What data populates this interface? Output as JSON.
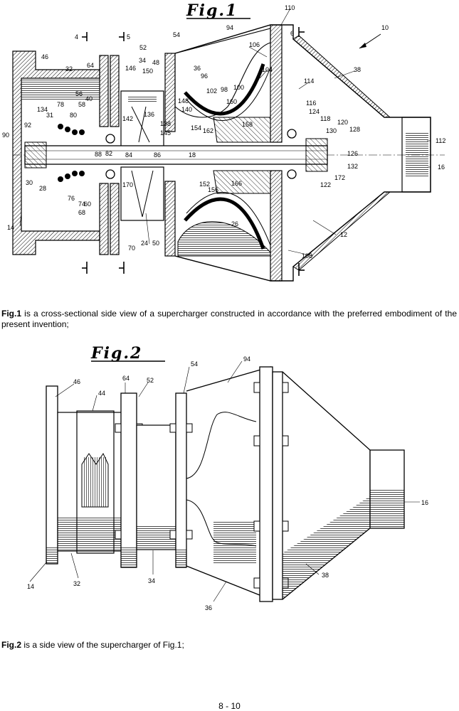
{
  "figures": [
    {
      "title": "Fig.1",
      "caption_lead": "Fig.1",
      "caption_text": " is a cross-sectional side view of a supercharger constructed in accordance with the preferred embodiment of the present invention;",
      "labels": [
        "110",
        "10",
        "94",
        "54",
        "6",
        "4",
        "5",
        "46",
        "52",
        "64",
        "146",
        "34",
        "48",
        "150",
        "36",
        "106",
        "104",
        "38",
        "96",
        "32",
        "114",
        "56",
        "40",
        "148",
        "102",
        "98",
        "100",
        "78",
        "58",
        "140",
        "116",
        "124",
        "136",
        "160",
        "118",
        "134",
        "80",
        "142",
        "158",
        "120",
        "31",
        "138",
        "154",
        "162",
        "130",
        "128",
        "92",
        "145",
        "90",
        "112",
        "88",
        "82",
        "84",
        "86",
        "18",
        "126",
        "132",
        "30",
        "28",
        "170",
        "152",
        "156",
        "166",
        "172",
        "16",
        "122",
        "76",
        "74",
        "60",
        "68",
        "14",
        "26",
        "12",
        "70",
        "24",
        "50",
        "108"
      ]
    },
    {
      "title": "Fig.2",
      "caption_lead": "Fig.2",
      "caption_text": " is a side view of the supercharger of Fig.1;",
      "labels": [
        "54",
        "94",
        "46",
        "64",
        "52",
        "44",
        "16",
        "38",
        "14",
        "32",
        "34",
        "36"
      ]
    }
  ],
  "page_number": "8 - 10"
}
